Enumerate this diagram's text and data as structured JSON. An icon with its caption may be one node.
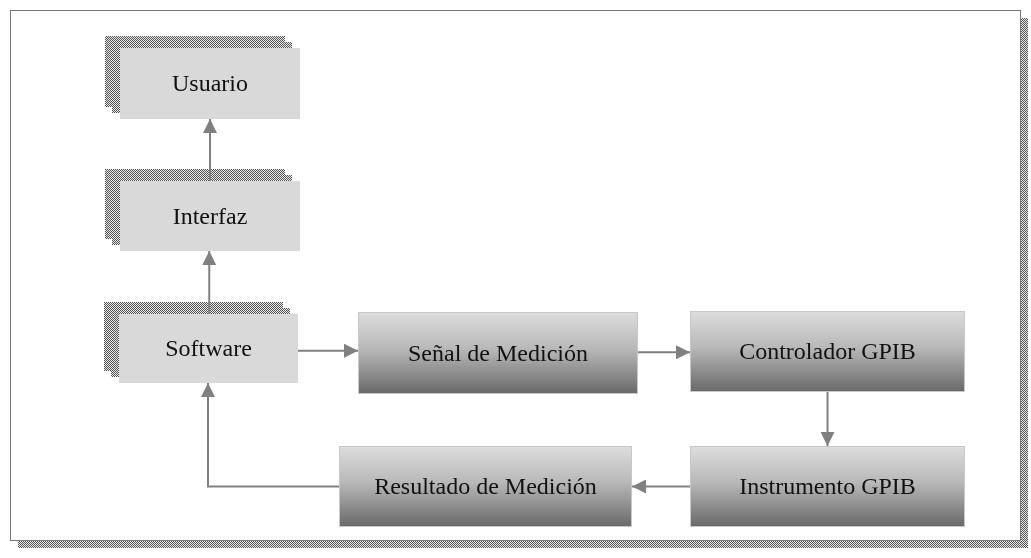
{
  "diagram": {
    "nodes": [
      {
        "text": [
          "Usuario"
        ]
      },
      {
        "text": [
          "Interfaz"
        ]
      },
      {
        "text": [
          "Software"
        ]
      },
      {
        "text": [
          "Señal de Medición"
        ]
      },
      {
        "text": [
          "Controlador GPIB"
        ]
      },
      {
        "text": [
          "Instrumento GPIB"
        ]
      },
      {
        "text": [
          "Resultado de Medición"
        ]
      }
    ],
    "edges": [
      {
        "from": 2,
        "to": 1,
        "arrow": "to"
      },
      {
        "from": 1,
        "to": 0,
        "arrow": "to"
      },
      {
        "from": 2,
        "to": 3,
        "arrow": "to"
      },
      {
        "from": 3,
        "to": 4,
        "arrow": "to"
      },
      {
        "from": 4,
        "to": 5,
        "arrow": "to"
      },
      {
        "from": 5,
        "to": 6,
        "arrow": "to"
      },
      {
        "from": 6,
        "to": 2,
        "arrow": "to"
      }
    ]
  }
}
